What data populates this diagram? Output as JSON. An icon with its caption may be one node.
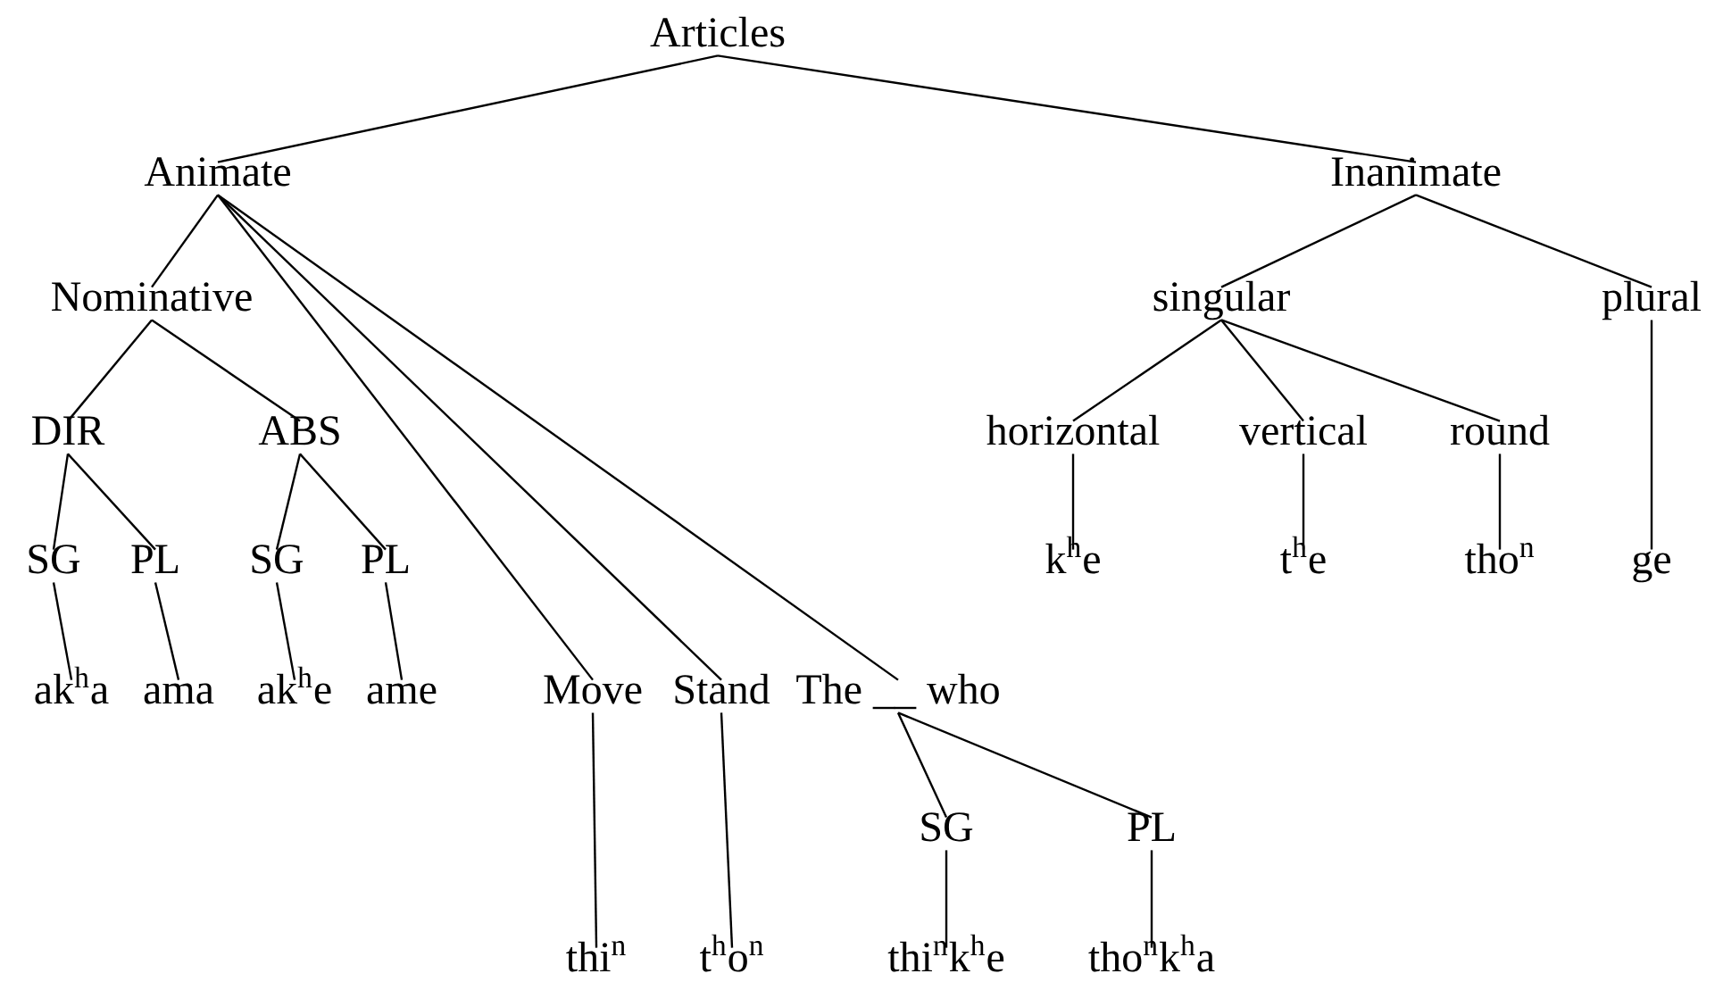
{
  "diagram": {
    "nodes": [
      {
        "text": [
          "Articles"
        ]
      },
      {
        "text": [
          "Animate"
        ]
      },
      {
        "text": [
          "Inanimate"
        ]
      },
      {
        "text": [
          "Nominative"
        ]
      },
      {
        "text": [
          "singular"
        ]
      },
      {
        "text": [
          "plural"
        ]
      },
      {
        "text": [
          "DIR"
        ]
      },
      {
        "text": [
          "ABS"
        ]
      },
      {
        "text": [
          "horizontal"
        ]
      },
      {
        "text": [
          "vertical"
        ]
      },
      {
        "text": [
          "round"
        ]
      },
      {
        "text": [
          "SG"
        ]
      },
      {
        "text": [
          "PL"
        ]
      },
      {
        "text": [
          "SG"
        ]
      },
      {
        "text": [
          "PL"
        ]
      },
      {
        "text": [
          "k$^{h}$e"
        ]
      },
      {
        "text": [
          "t$^{h}$e"
        ]
      },
      {
        "text": [
          "tho$^{n}$"
        ]
      },
      {
        "text": [
          "ge"
        ]
      },
      {
        "text": [
          "ak$^{h}$a"
        ]
      },
      {
        "text": [
          "ama"
        ]
      },
      {
        "text": [
          "ak$^{h}$e"
        ]
      },
      {
        "text": [
          "ame"
        ]
      },
      {
        "text": [
          "Move"
        ]
      },
      {
        "text": [
          "Stand"
        ]
      },
      {
        "text": [
          "The __ who"
        ]
      },
      {
        "text": [
          "SG"
        ]
      },
      {
        "text": [
          "PL"
        ]
      },
      {
        "text": [
          "thi$^{n}$"
        ]
      },
      {
        "text": [
          "t$^{h}$o$^{n}$"
        ]
      },
      {
        "text": [
          "thi$^{n}$k$^{h}$e"
        ]
      },
      {
        "text": [
          "tho$^{n}$k$^{h}$a"
        ]
      }
    ],
    "edges": [
      {
        "from": 0,
        "to": 1,
        "arrow": "none"
      },
      {
        "from": 0,
        "to": 2,
        "arrow": "none"
      },
      {
        "from": 1,
        "to": 3,
        "arrow": "none"
      },
      {
        "from": 1,
        "to": 23,
        "arrow": "none"
      },
      {
        "from": 1,
        "to": 24,
        "arrow": "none"
      },
      {
        "from": 1,
        "to": 25,
        "arrow": "none"
      },
      {
        "from": 2,
        "to": 4,
        "arrow": "none"
      },
      {
        "from": 2,
        "to": 5,
        "arrow": "none"
      },
      {
        "from": 3,
        "to": 6,
        "arrow": "none"
      },
      {
        "from": 3,
        "to": 7,
        "arrow": "none"
      },
      {
        "from": 4,
        "to": 8,
        "arrow": "none"
      },
      {
        "from": 4,
        "to": 9,
        "arrow": "none"
      },
      {
        "from": 4,
        "to": 10,
        "arrow": "none"
      },
      {
        "from": 5,
        "to": 18,
        "arrow": "none"
      },
      {
        "from": 6,
        "to": 11,
        "arrow": "none"
      },
      {
        "from": 6,
        "to": 12,
        "arrow": "none"
      },
      {
        "from": 7,
        "to": 13,
        "arrow": "none"
      },
      {
        "from": 7,
        "to": 14,
        "arrow": "none"
      },
      {
        "from": 8,
        "to": 15,
        "arrow": "none"
      },
      {
        "from": 9,
        "to": 16,
        "arrow": "none"
      },
      {
        "from": 10,
        "to": 17,
        "arrow": "none"
      },
      {
        "from": 11,
        "to": 19,
        "arrow": "none"
      },
      {
        "from": 12,
        "to": 20,
        "arrow": "none"
      },
      {
        "from": 13,
        "to": 21,
        "arrow": "none"
      },
      {
        "from": 14,
        "to": 22,
        "arrow": "none"
      },
      {
        "from": 23,
        "to": 28,
        "arrow": "none"
      },
      {
        "from": 24,
        "to": 29,
        "arrow": "none"
      },
      {
        "from": 25,
        "to": 26,
        "arrow": "none"
      },
      {
        "from": 25,
        "to": 27,
        "arrow": "none"
      },
      {
        "from": 26,
        "to": 30,
        "arrow": "none"
      },
      {
        "from": 27,
        "to": 31,
        "arrow": "none"
      }
    ]
  }
}
